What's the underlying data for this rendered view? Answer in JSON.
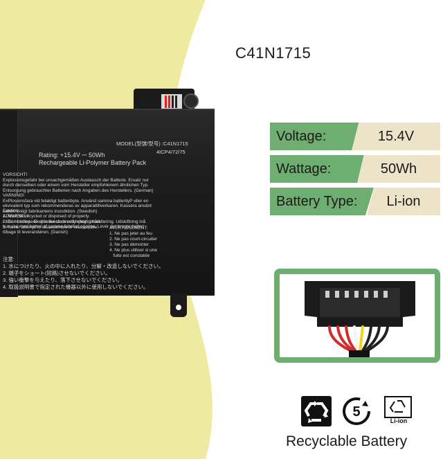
{
  "product": {
    "code": "C41N1715"
  },
  "specs": [
    {
      "label": "Voltage:",
      "value": "15.4V"
    },
    {
      "label": "Wattage:",
      "value": "50Wh"
    },
    {
      "label": "Battery Type:",
      "value": "Li-ion"
    }
  ],
  "battery_label": {
    "model": "MODEL(型號/型号) :C41N1715",
    "cells": "4ICP4/72/75",
    "rating": "Rating: +15.4V ⎓ 50Wh",
    "type": "Rechargeable Li-Polymer Battery Pack",
    "warnings": "VORSICHT!\nExplosionsgefahr bei unsachgemäßen Austausch der Batterie. Ersatz nur\ndurch denselben oder einem vom Hersteller empfohlenem ähnlichen Typ.\nEntsorgung gebrauchter Batterien nach Angaben des Herstellers. (German)\nVARNING!\nExPlosionsfara vid felaktigt batteribyte. Använd samma batterityP eller en\nekvivalent typ som rekommenderas av apparattillverkaren. Kassera använt\nbatteri enligt fabrikantens insrutktion. (Swedish)\nADVARSELI!\nLithiumbatteri - Eksplosionsfare ved fejlagtig håndtering. Udskiftning må\nkun ske med batteri af samme fabrikat og type. Levér det brugte batteri\ntilbage til leverandøren. (Danish)",
    "caution": "Caution:\n1. Must be recycled or disposed of properly.\n2. Do not dispose of in fire or directly short circuit.\n3. Never attempt to disassemble or reassemble.",
    "french": "AVERTISSEMENT:\n1. Ne pas jeter au feu\n2. Ne pas court-circuiter\n3. Ne pas démonter\n4. Ne plus utiliser si une\n   fuite est constatée",
    "japanese": "注意:\n1. 水につけたり、火の中に入れたり、分解・改造しないでください。\n2. 端子をショート(短路)させないでください。\n3. 強い衝撃を与えたり、落下させないでください。\n4. 取扱説明書で指定された機器以外に使用しないでください。"
  },
  "recycle": {
    "icons": [
      "recycling-symbol-icon",
      "recycle-number-5-icon",
      "li-ion-recycle-icon"
    ],
    "li_label": "Li-ion",
    "number": "5",
    "title": "Recyclable Battery"
  },
  "colors": {
    "accent_green": "#6fae71",
    "value_beige": "#ece3c8",
    "swoosh_yellow": "#eeeaa1",
    "battery_black": "#1c1c1c"
  }
}
